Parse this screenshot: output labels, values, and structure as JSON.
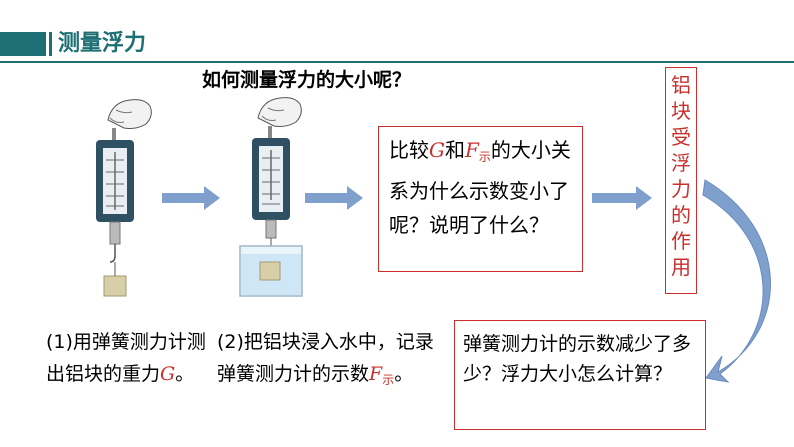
{
  "header": {
    "title": "测量浮力"
  },
  "question": "如何测量浮力的大小呢？",
  "compare_box": {
    "prefix": "比较",
    "g": "G",
    "and": "和",
    "f": "F",
    "f_sub": "示",
    "rest": "的大小关系为什么示数变小了呢？说明了什么？"
  },
  "vertical_box": {
    "chars": [
      "铝",
      "块",
      "受",
      "浮",
      "力",
      "的",
      "作",
      "用"
    ]
  },
  "bottom_box": {
    "text": "弹簧测力计的示数减少了多少？浮力大小怎么计算？"
  },
  "step1": {
    "text": "(1)用弹簧测力计测出铝块的重力",
    "g": "G",
    "end": "。"
  },
  "step2": {
    "text": "(2)把铝块浸入水中，记录弹簧测力计的示数",
    "f": "F",
    "f_sub": "示",
    "end": "。"
  },
  "colors": {
    "accent": "#1e6f73",
    "red": "#c9302c",
    "arrow": "#7f9fcd"
  }
}
